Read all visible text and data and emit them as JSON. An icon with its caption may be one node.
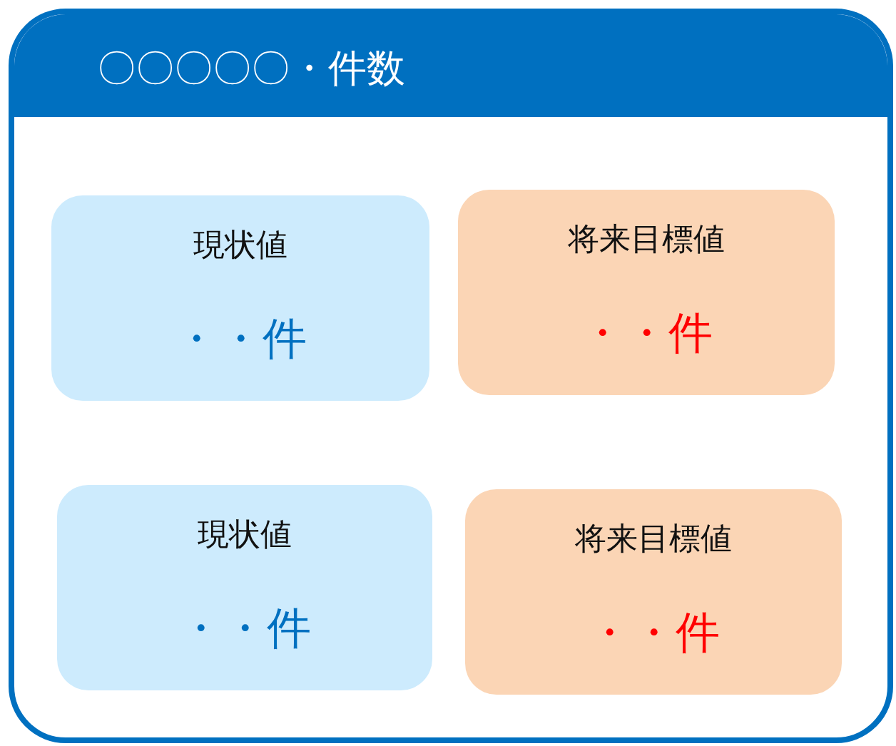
{
  "diagram": {
    "nodes": [
      {
        "text": [
          "〇〇〇〇〇・件数"
        ]
      },
      {
        "text": [
          "現状値",
          "・・件"
        ],
        "in": 0
      },
      {
        "text": [
          "将来目標値",
          "・・件"
        ],
        "in": 0
      },
      {
        "text": [
          "現状値",
          "・・件"
        ],
        "in": 0
      },
      {
        "text": [
          "将来目標値",
          "・・件"
        ],
        "in": 0
      }
    ]
  }
}
